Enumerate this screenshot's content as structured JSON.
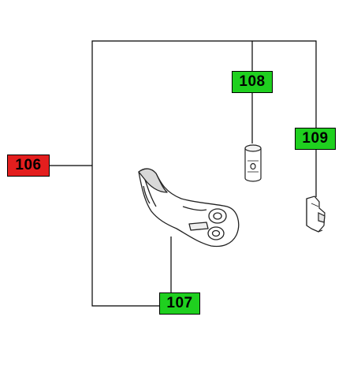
{
  "labels": {
    "assembly": {
      "number": "106",
      "color": "#e41e1e"
    },
    "lever": {
      "number": "107",
      "color": "#1fd01f"
    },
    "pin": {
      "number": "108",
      "color": "#1fd01f"
    },
    "clip": {
      "number": "109",
      "color": "#1fd01f"
    }
  },
  "colors": {
    "line": "#000000",
    "part_stroke": "#222222",
    "part_fill": "#ffffff",
    "part_shade": "#d8d8d8"
  }
}
